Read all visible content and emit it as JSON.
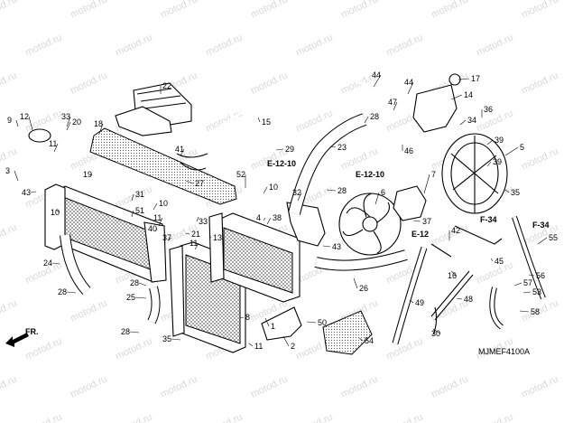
{
  "watermark": {
    "text": "motod.ru",
    "color": "#d9d9d9"
  },
  "diagram_code": "MJMEF4100A",
  "direction": {
    "label": "FR."
  },
  "references": [
    "E-12-10",
    "E-12-10",
    "E-12",
    "F-34",
    "F-34"
  ],
  "callouts": [
    "1",
    "2",
    "3",
    "4",
    "5",
    "6",
    "7",
    "8",
    "9",
    "10",
    "11",
    "12",
    "13",
    "14",
    "15",
    "16",
    "17",
    "18",
    "19",
    "20",
    "21",
    "22",
    "23",
    "24",
    "25",
    "26",
    "27",
    "28",
    "29",
    "30",
    "31",
    "32",
    "33",
    "34",
    "35",
    "36",
    "37",
    "38",
    "39",
    "40",
    "41",
    "42",
    "43",
    "44",
    "45",
    "46",
    "47",
    "48",
    "49",
    "50",
    "51",
    "52",
    "53",
    "54",
    "55",
    "56",
    "57",
    "58"
  ],
  "colors": {
    "line": "#000000",
    "background": "#ffffff"
  }
}
